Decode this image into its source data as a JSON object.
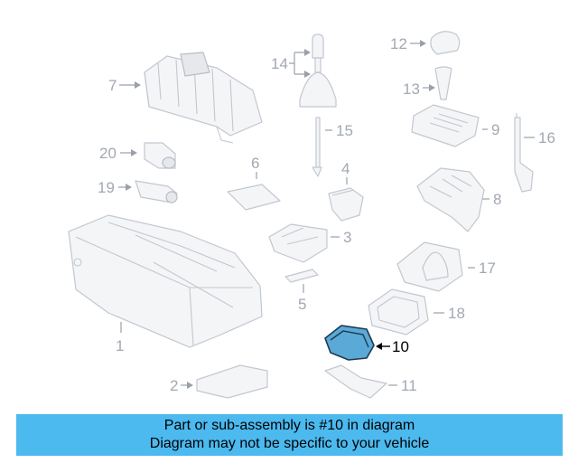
{
  "callouts": {
    "c1": "1",
    "c2": "2",
    "c3": "3",
    "c4": "4",
    "c5": "5",
    "c6": "6",
    "c7": "7",
    "c8": "8",
    "c9": "9",
    "c10": "10",
    "c11": "11",
    "c12": "12",
    "c13": "13",
    "c14": "14",
    "c15": "15",
    "c16": "16",
    "c17": "17",
    "c18": "18",
    "c19": "19",
    "c20": "20"
  },
  "highlighted_part": "10",
  "banner": {
    "line1": "Part or sub-assembly is #10 in diagram",
    "line2": "Diagram may not be specific to your vehicle"
  },
  "colors": {
    "highlight_fill": "#5aa9d6",
    "banner_background": "#4cb9ef",
    "diagram_lines": "#c3c7cf"
  }
}
